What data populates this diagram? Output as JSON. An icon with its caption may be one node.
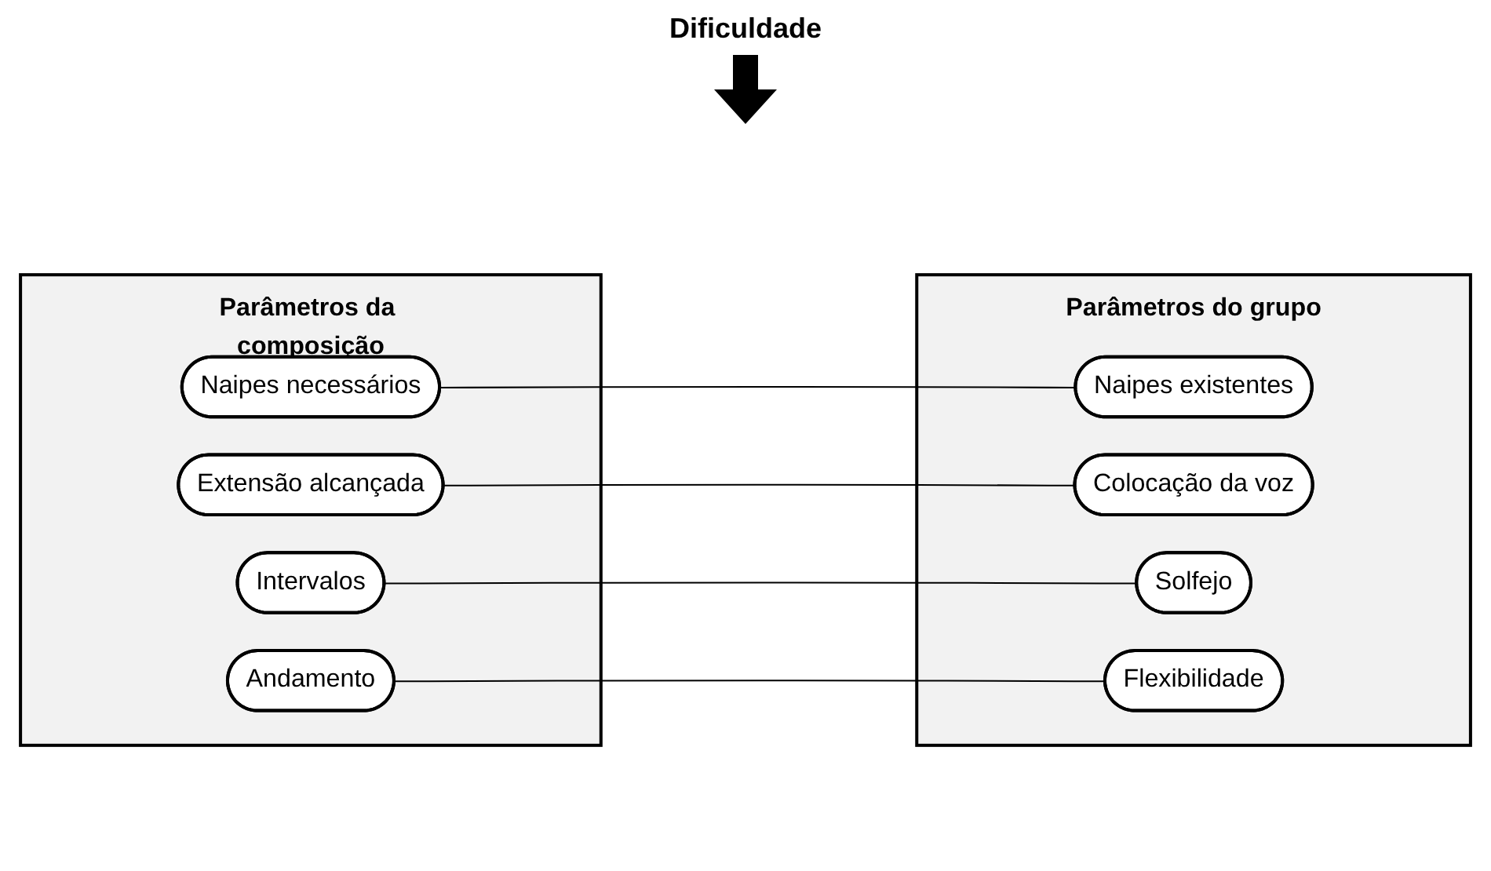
{
  "diagram": {
    "nodes": [
      {
        "text": [
          "Parâmetros da composição"
        ]
      },
      {
        "text": [
          "Naipes necessários"
        ],
        "in": 0
      },
      {
        "text": [
          "Extensão alcançada"
        ],
        "in": 0
      },
      {
        "text": [
          "Intervalos"
        ],
        "in": 0
      },
      {
        "text": [
          "Andamento"
        ],
        "in": 0
      },
      {
        "text": [
          "Parâmetros do grupo"
        ]
      },
      {
        "text": [
          "Naipes existentes"
        ],
        "in": 5
      },
      {
        "text": [
          "Colocação da voz"
        ],
        "in": 5
      },
      {
        "text": [
          "Solfejo"
        ],
        "in": 5
      },
      {
        "text": [
          "Flexibilidade"
        ],
        "in": 5
      }
    ],
    "edges": [
      {
        "from": 1,
        "to": 6,
        "arrow": "none"
      },
      {
        "from": 2,
        "to": 7,
        "arrow": "none"
      },
      {
        "from": 3,
        "to": 8,
        "arrow": "none"
      },
      {
        "from": 4,
        "to": 9,
        "arrow": "none"
      }
    ],
    "labels": [
      "Dificuldade"
    ]
  }
}
